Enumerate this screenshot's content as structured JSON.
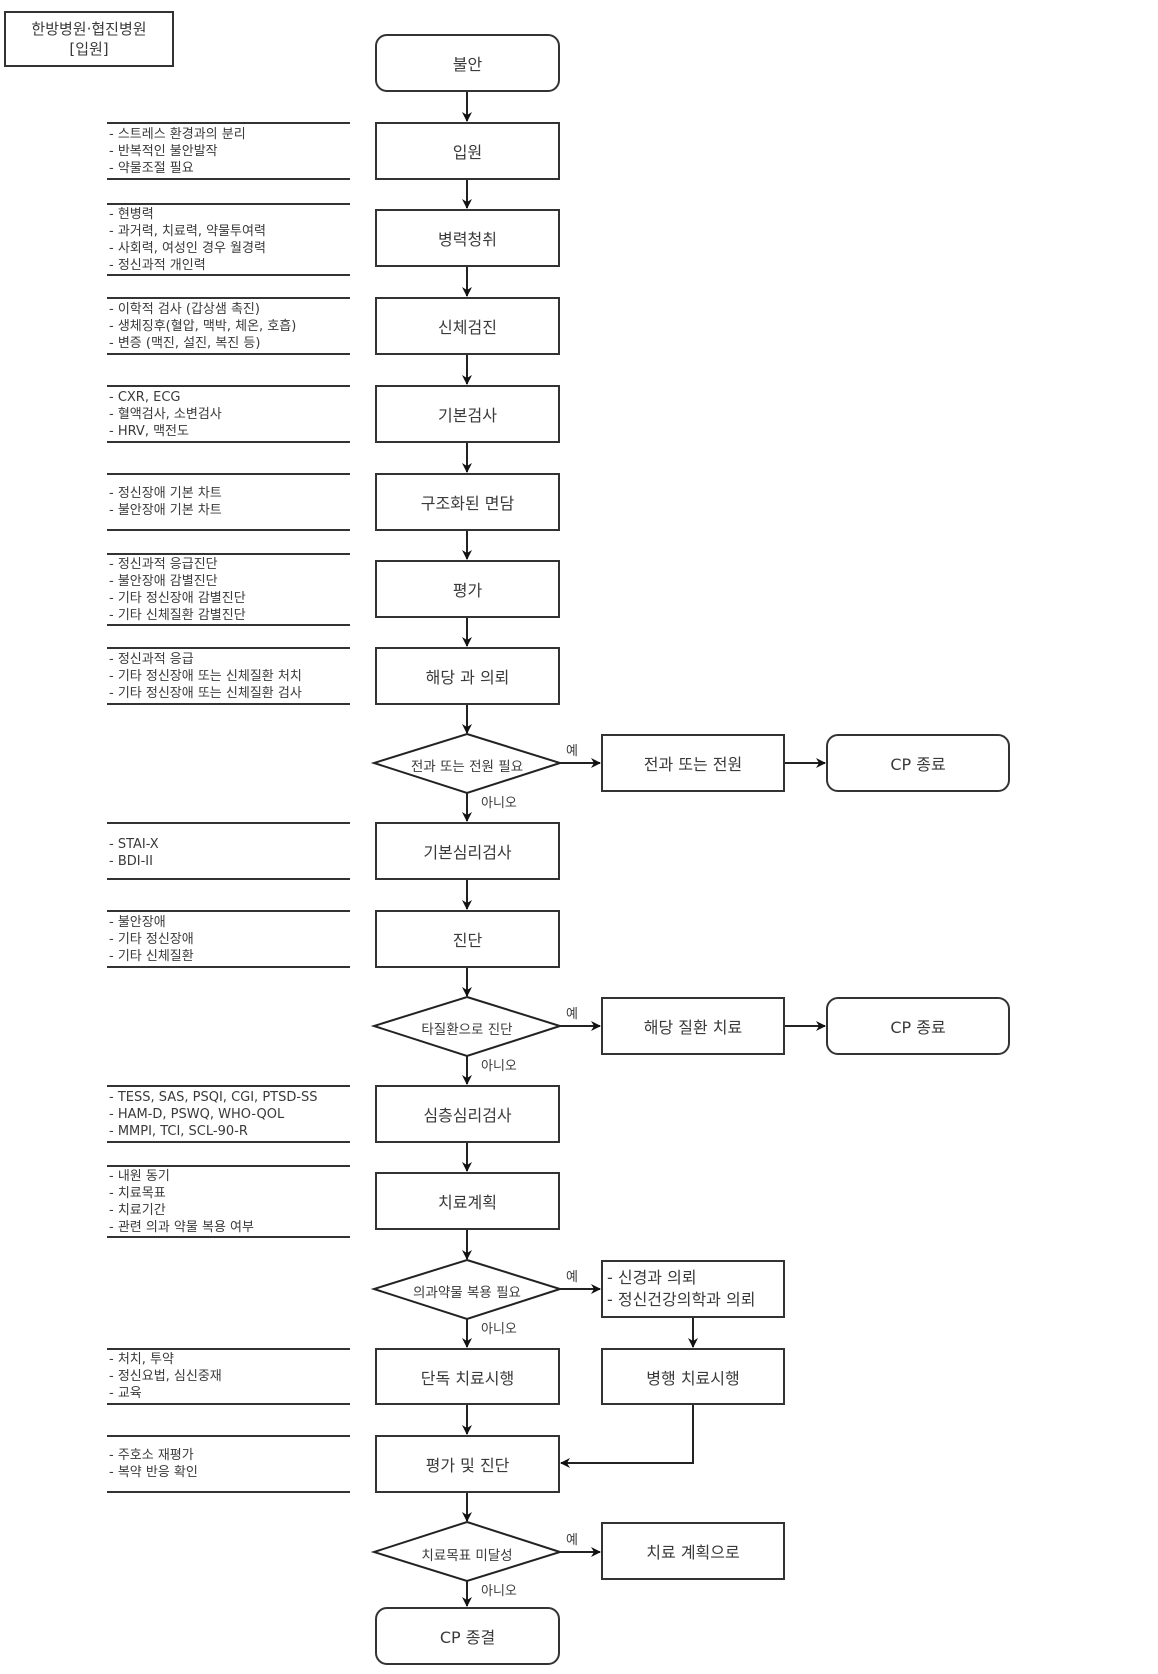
{
  "title_box": {
    "line1": "한방병원·협진병원",
    "line2": "[입원]"
  },
  "main_flow": {
    "start": "불안",
    "admission": "입원",
    "history": "병력청취",
    "physical_exam": "신체검진",
    "basic_tests": "기본검사",
    "structured_interview": "구조화된 면담",
    "evaluation": "평가",
    "referral": "해당 과 의뢰",
    "basic_psych_test": "기본심리검사",
    "diagnosis": "진단",
    "deep_psych_test": "심층심리검사",
    "treatment_plan": "치료계획",
    "solo_treatment": "단독 치료시행",
    "eval_and_diagnosis": "평가 및 진단",
    "end": "CP 종결"
  },
  "decisions": [
    {
      "label": "전과 또는 전원 필요",
      "yes": "예",
      "no": "아니오",
      "yes_target": "전과 또는 전원",
      "terminal": "CP 종료"
    },
    {
      "label": "타질환으로 진단",
      "yes": "예",
      "no": "아니오",
      "yes_target": "해당 질환 치료",
      "terminal": "CP 종료"
    },
    {
      "label": "의과약물 복용 필요",
      "yes": "예",
      "no": "아니오",
      "yes_target_lines": [
        "- 신경과 의뢰",
        "- 정신건강의학과 의뢰"
      ],
      "followup": "병행 치료시행"
    },
    {
      "label": "치료목표 미달성",
      "yes": "예",
      "no": "아니오",
      "yes_target": "치료 계획으로"
    }
  ],
  "notes": {
    "admission": [
      "- 스트레스 환경과의 분리",
      "- 반복적인 불안발작",
      "- 약물조절 필요"
    ],
    "history": [
      "- 현병력",
      "- 과거력, 치료력, 약물투여력",
      "- 사회력, 여성인 경우 월경력",
      "- 정신과적 개인력"
    ],
    "physical_exam": [
      "- 이학적 검사 (갑상샘 촉진)",
      "- 생체징후(혈압, 맥박, 체온, 호흡)",
      "- 변증 (맥진, 설진, 복진 등)"
    ],
    "basic_tests": [
      "- CXR, ECG",
      "- 혈액검사, 소변검사",
      "- HRV, 맥전도"
    ],
    "structured_interview": [
      "- 정신장애 기본 차트",
      "- 불안장애 기본 차트"
    ],
    "evaluation": [
      "- 정신과적 응급진단",
      "- 불안장애 감별진단",
      "- 기타 정신장애 감별진단",
      "- 기타 신체질환 감별진단"
    ],
    "referral": [
      "- 정신과적 응급",
      "- 기타 정신장애 또는 신체질환 처치",
      "- 기타 정신장애 또는 신체질환 검사"
    ],
    "basic_psych_test": [
      "- STAI-X",
      "- BDI-II"
    ],
    "diagnosis": [
      "- 불안장애",
      "- 기타 정신장애",
      "- 기타 신체질환"
    ],
    "deep_psych_test": [
      "- TESS, SAS, PSQI, CGI, PTSD-SS",
      "- HAM-D, PSWQ, WHO-QOL",
      "- MMPI, TCI, SCL-90-R"
    ],
    "treatment_plan": [
      "- 내원 동기",
      "- 치료목표",
      "- 치료기간",
      "- 관련 의과 약물 복용 여부"
    ],
    "solo_treatment": [
      "- 처치, 투약",
      "- 정신요법, 심신중재",
      "- 교육"
    ],
    "eval_and_diagnosis": [
      "- 주호소 재평가",
      "- 복약 반응 확인"
    ]
  }
}
